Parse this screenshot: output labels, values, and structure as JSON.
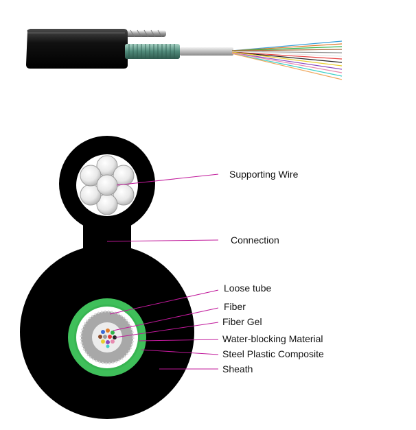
{
  "labels": {
    "supporting_wire": "Supporting Wire",
    "connection": "Connection",
    "loose_tube": "Loose tube",
    "fiber": "Fiber",
    "fiber_gel": "Fiber Gel",
    "water_blocking": "Water-blocking Material",
    "steel_plastic": "Steel Plastic Composite",
    "sheath": "Sheath"
  },
  "colors": {
    "sheath": "#000000",
    "steel_plastic": "#3fbf5a",
    "water_blocking": "#ffffff",
    "loose_tube": "#b5b5b5",
    "leader": "#c0189a",
    "armor_wire": "#4f8a7a"
  }
}
